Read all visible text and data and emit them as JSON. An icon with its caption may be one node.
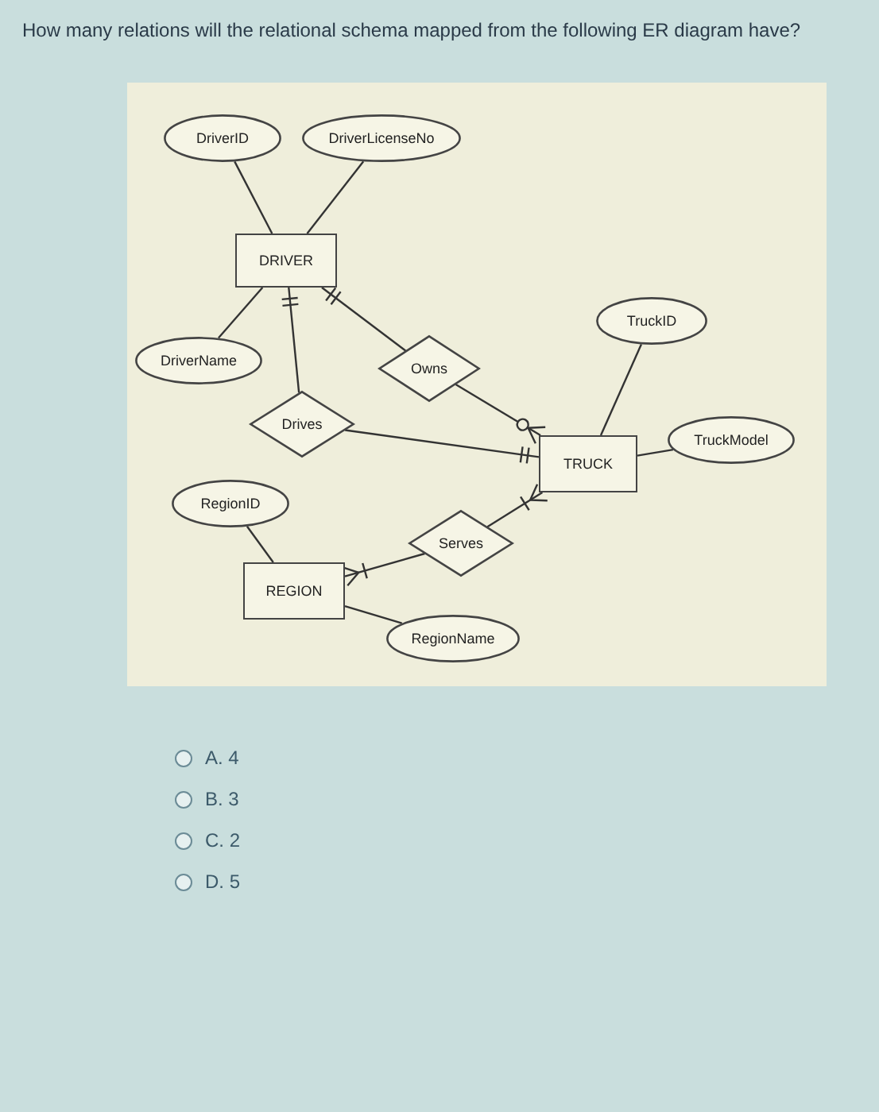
{
  "diagram": {
    "title": "How many relations will the relational schema mapped from the following ER diagram have?",
    "nodes": [
      {
        "text": [
          "DriverID"
        ]
      },
      {
        "text": [
          "DriverLicenseNo"
        ]
      },
      {
        "text": [
          "DriverName"
        ]
      },
      {
        "text": [
          "DRIVER"
        ]
      },
      {
        "text": [
          "Owns"
        ]
      },
      {
        "text": [
          "Drives"
        ]
      },
      {
        "text": [
          "TruckID"
        ]
      },
      {
        "text": [
          "TRUCK"
        ]
      },
      {
        "text": [
          "TruckModel"
        ]
      },
      {
        "text": [
          "Serves"
        ]
      },
      {
        "text": [
          "RegionID"
        ]
      },
      {
        "text": [
          "REGION"
        ]
      },
      {
        "text": [
          "RegionName"
        ]
      }
    ],
    "edges": [
      {
        "from": 0,
        "to": 3,
        "arrow": "none"
      },
      {
        "from": 1,
        "to": 3,
        "arrow": "none"
      },
      {
        "from": 2,
        "to": 3,
        "arrow": "none"
      },
      {
        "from": 4,
        "to": 3,
        "arrow": "other"
      },
      {
        "from": 4,
        "to": 7,
        "arrow": "other"
      },
      {
        "from": 5,
        "to": 3,
        "arrow": "other"
      },
      {
        "from": 5,
        "to": 7,
        "arrow": "other"
      },
      {
        "from": 6,
        "to": 7,
        "arrow": "none"
      },
      {
        "from": 8,
        "to": 7,
        "arrow": "none"
      },
      {
        "from": 9,
        "to": 7,
        "arrow": "other"
      },
      {
        "from": 9,
        "to": 11,
        "arrow": "other"
      },
      {
        "from": 10,
        "to": 11,
        "arrow": "none"
      },
      {
        "from": 12,
        "to": 11,
        "arrow": "none"
      }
    ],
    "labels": [
      "A. 4",
      "B. 3",
      "C. 2",
      "D. 5"
    ]
  }
}
